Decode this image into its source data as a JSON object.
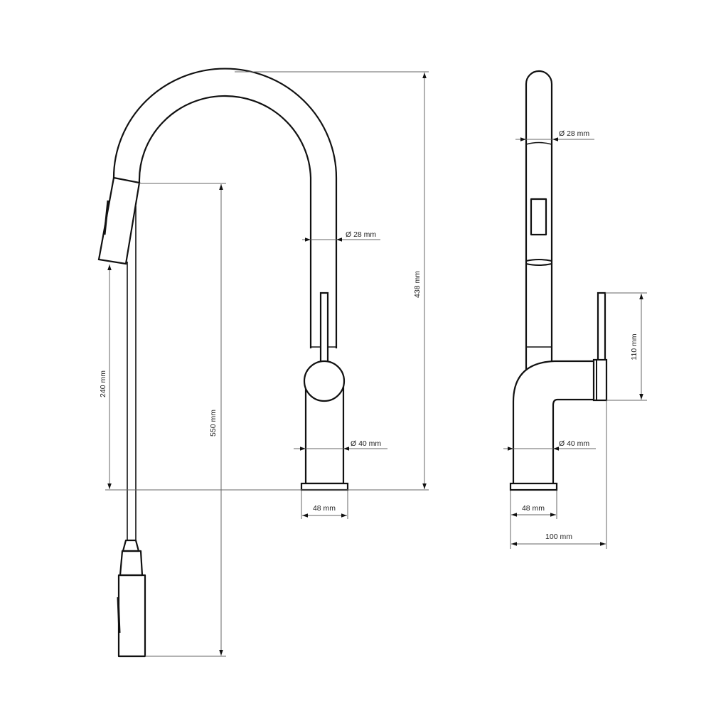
{
  "title": "Kitchen faucet with pull-out spray – dimension drawing",
  "front_view": {
    "spout_diameter": "Ø 28 mm",
    "body_diameter": "Ø 40 mm",
    "base_width": "48 mm",
    "total_height": "438 mm",
    "hose_length": "550 mm",
    "spout_outlet_height": "240 mm"
  },
  "side_view": {
    "spout_diameter": "Ø 28 mm",
    "body_diameter": "Ø 40 mm",
    "base_width": "48 mm",
    "total_depth": "100 mm",
    "lever_height": "110 mm"
  },
  "colors": {
    "line": "#111111",
    "dimension": "#666666"
  }
}
